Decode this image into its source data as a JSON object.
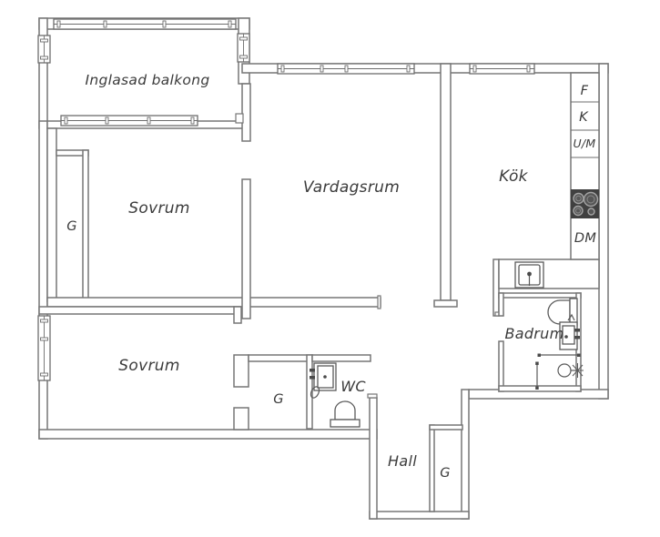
{
  "plan": {
    "rooms": [
      {
        "id": "inglasad-balkong",
        "label": "Inglasad balkong"
      },
      {
        "id": "sovrum-1",
        "label": "Sovrum"
      },
      {
        "id": "vardagsrum",
        "label": "Vardagsrum"
      },
      {
        "id": "kok",
        "label": "Kök"
      },
      {
        "id": "badrum",
        "label": "Badrum"
      },
      {
        "id": "sovrum-2",
        "label": "Sovrum"
      },
      {
        "id": "wc",
        "label": "WC"
      },
      {
        "id": "hall",
        "label": "Hall"
      }
    ],
    "closets": [
      {
        "id": "closet-sovrum-1",
        "label": "G"
      },
      {
        "id": "closet-sovrum-2",
        "label": "G"
      },
      {
        "id": "closet-hall",
        "label": "G"
      }
    ],
    "kitchen_appliances": [
      {
        "id": "fridge",
        "label": "F"
      },
      {
        "id": "freezer",
        "label": "K"
      },
      {
        "id": "oven-microwave",
        "label": "U/M"
      },
      {
        "id": "dishwasher",
        "label": "DM"
      }
    ],
    "colors": {
      "wall": "#767676",
      "label": "#3b3b3b",
      "stove": "#404040",
      "background": "#ffffff"
    }
  }
}
